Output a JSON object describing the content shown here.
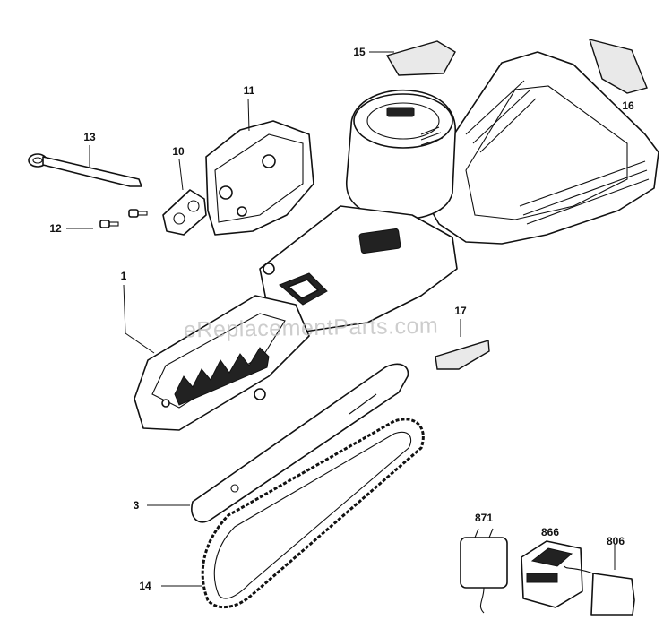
{
  "diagram": {
    "watermark": "eReplacementParts.com",
    "callouts": [
      {
        "id": "1",
        "label": "1"
      },
      {
        "id": "3",
        "label": "3"
      },
      {
        "id": "10",
        "label": "10"
      },
      {
        "id": "11",
        "label": "11"
      },
      {
        "id": "12",
        "label": "12"
      },
      {
        "id": "13",
        "label": "13"
      },
      {
        "id": "14",
        "label": "14"
      },
      {
        "id": "15",
        "label": "15"
      },
      {
        "id": "16",
        "label": "16"
      },
      {
        "id": "17",
        "label": "17"
      },
      {
        "id": "871",
        "label": "871"
      },
      {
        "id": "866",
        "label": "866"
      },
      {
        "id": "806",
        "label": "806"
      }
    ]
  }
}
